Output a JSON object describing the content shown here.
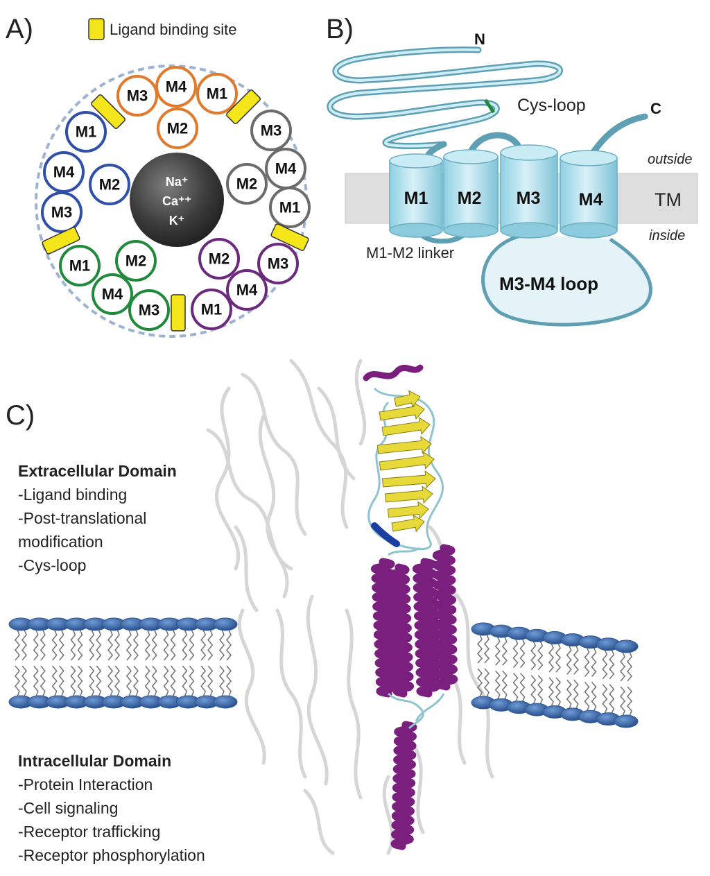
{
  "panels": {
    "a": {
      "letter": "A)",
      "legend_label": "Ligand binding site",
      "ions": [
        "Na⁺",
        "Ca⁺⁺",
        "K⁺"
      ],
      "subunit_colors": {
        "orange": "#e07a2c",
        "gray": "#6b6b6b",
        "blue": "#2f4fa8",
        "green": "#1f8a3c",
        "purple": "#6b2a7e"
      },
      "binding_site_color": "#f4e61a",
      "subunits": [
        {
          "color": "orange",
          "labels": [
            "M3",
            "M4",
            "M1",
            "M2"
          ]
        },
        {
          "color": "gray",
          "labels": [
            "M3",
            "M4",
            "M1",
            "M2"
          ]
        },
        {
          "color": "purple",
          "labels": [
            "M3",
            "M4",
            "M1",
            "M2"
          ]
        },
        {
          "color": "green",
          "labels": [
            "M3",
            "M4",
            "M1",
            "M2"
          ]
        },
        {
          "color": "blue",
          "labels": [
            "M1",
            "M4",
            "M3",
            "M2"
          ]
        }
      ]
    },
    "b": {
      "letter": "B)",
      "n_terminus": "N",
      "c_terminus": "C",
      "cys_loop": "Cys-loop",
      "outside": "outside",
      "inside": "inside",
      "tm": "TM",
      "helices": [
        "M1",
        "M2",
        "M3",
        "M4"
      ],
      "linker": "M1-M2 linker",
      "loop": "M3-M4 loop",
      "chain_color": "#6fb3c7",
      "membrane_color": "#dedede"
    },
    "c": {
      "letter": "C)",
      "extracellular": {
        "title": "Extracellular Domain",
        "items": [
          "-Ligand binding",
          "-Post-translational",
          "modification",
          "-Cys-loop"
        ]
      },
      "intracellular": {
        "title": "Intracellular Domain",
        "items": [
          "-Protein Interaction",
          "-Cell signaling",
          "-Receptor trafficking",
          "-Receptor phosphorylation"
        ]
      },
      "colors": {
        "helix": "#7b1f7e",
        "sheet": "#e7d93a",
        "coil": "#8ec4cf",
        "lipid_head": "#2e5b9a",
        "ghost": "#cfcfcf"
      }
    }
  }
}
